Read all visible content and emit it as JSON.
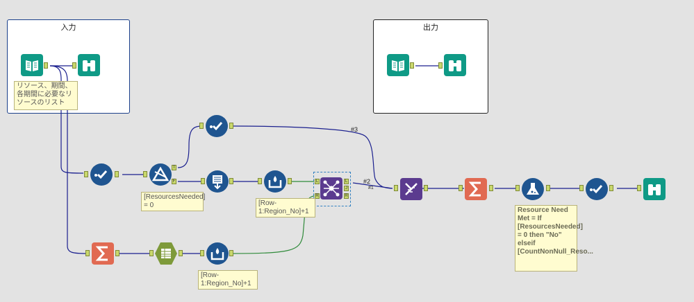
{
  "containers": {
    "input_title": "入力",
    "output_title": "出力"
  },
  "annotations": {
    "input_note": "リソース、期間、各期間に必要なリソースのリスト",
    "filter_note": "[ResourcesNeeded] = 0",
    "multirow_top_note": "[Row-1:Region_No]+1",
    "multirow_bottom_note": "[Row-1:Region_No]+1",
    "formula_note": "Resource Need Met = If [ResourcesNeeded] = 0 then \"No\" elseif [CountNonNull_Reso..."
  },
  "wire_labels": {
    "label_3": "#3",
    "label_2": "#2",
    "label_1": "#1"
  },
  "anchor_labels": {
    "true": "T",
    "false": "F",
    "join_left": "L",
    "join_right": "R",
    "join_out_l": "L",
    "join_out_j": "J",
    "join_out_r": "R"
  },
  "colors": {
    "canvas": "#e3e3e3",
    "round_tool": "#1f5590",
    "io_tool": "#0f9a86",
    "summarize": "#e16a52",
    "parse": "#5b3b8f",
    "crosstab": "#7e9a3a",
    "wire_blue": "#1a1f8e",
    "wire_green": "#2f8a3a",
    "annotation_bg": "#fffcd0"
  }
}
